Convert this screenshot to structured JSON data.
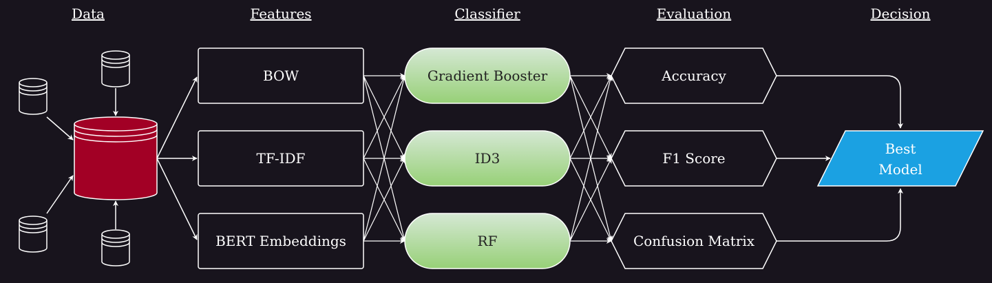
{
  "headers": {
    "data": "Data",
    "features": "Features",
    "classifier": "Classifier",
    "evaluation": "Evaluation",
    "decision": "Decision"
  },
  "features": [
    "BOW",
    "TF-IDF",
    "BERT Embeddings"
  ],
  "classifiers": [
    "Gradient Booster",
    "ID3",
    "RF"
  ],
  "evaluations": [
    "Accuracy",
    "F1 Score",
    "Confusion Matrix"
  ],
  "decision": {
    "line1": "Best",
    "line2": "Model"
  },
  "colors": {
    "background": "#18141d",
    "central_database": "#a20025",
    "classifier_fill_top": "#d5e8d4",
    "classifier_fill_bottom": "#97d077",
    "decision_fill": "#1ba1e2",
    "stroke": "#ffffff"
  }
}
